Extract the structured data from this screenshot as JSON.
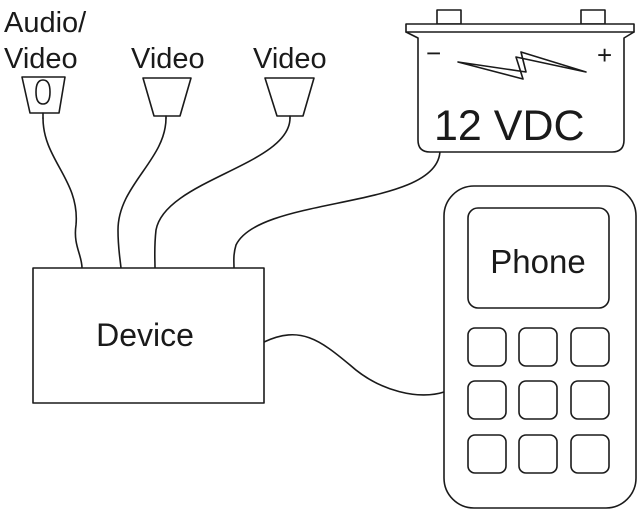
{
  "labels": {
    "camera_1": [
      "Audio/",
      "Video"
    ],
    "camera_2": "Video",
    "camera_3": "Video",
    "battery": "12 VDC",
    "battery_minus": "−",
    "battery_plus": "+",
    "phone": "Phone",
    "device": "Device"
  }
}
